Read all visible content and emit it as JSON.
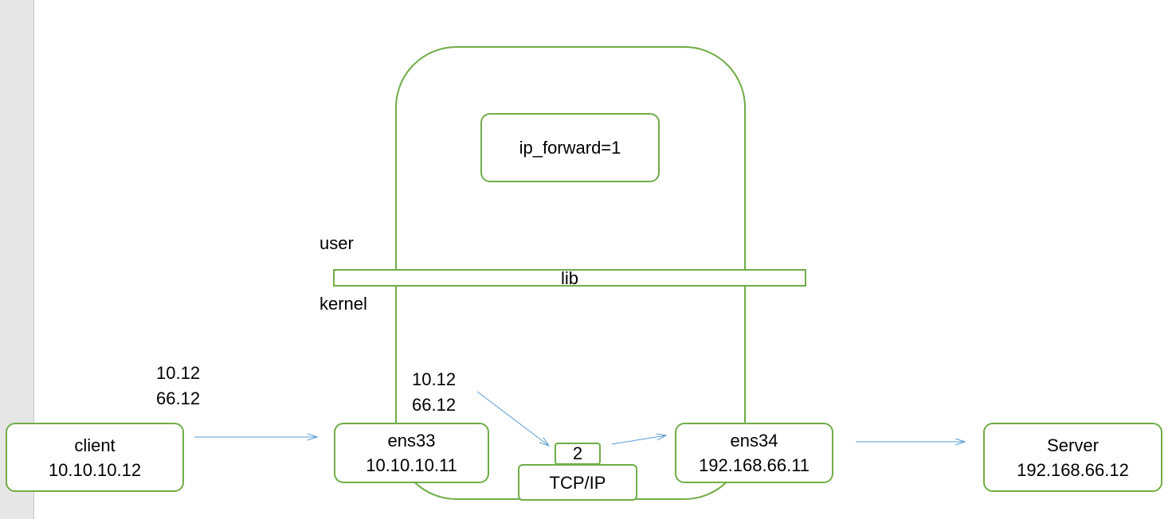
{
  "colors": {
    "border": "#70ad47",
    "arrow": "#5b9bd5",
    "strip": "#e6e6e6"
  },
  "diagram": {
    "ip_forward": "ip_forward=1",
    "user_label": "user",
    "kernel_label": "kernel",
    "lib_label": "lib",
    "client": {
      "name": "client",
      "ip": "10.10.10.12"
    },
    "ens33": {
      "name": "ens33",
      "ip": "10.10.10.11"
    },
    "ens34": {
      "name": "ens34",
      "ip": "192.168.66.11"
    },
    "server": {
      "name": "Server",
      "ip": "192.168.66.12"
    },
    "step_badge": "2",
    "tcpip": "TCP/IP",
    "packet_outside": [
      "10.12",
      "66.12"
    ],
    "packet_inside": [
      "10.12",
      "66.12"
    ]
  }
}
